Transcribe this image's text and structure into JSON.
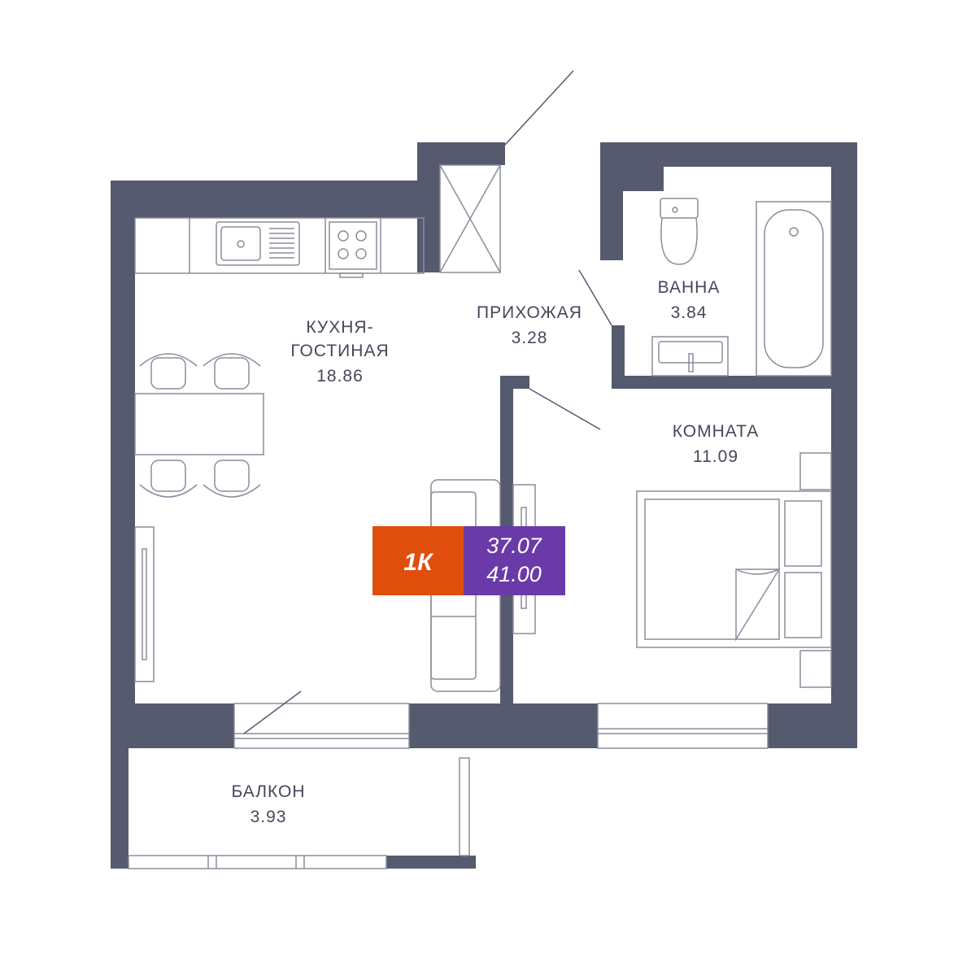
{
  "colors": {
    "wall": "#555a6e",
    "fixture": "#8a8d9a",
    "label": "#45475a",
    "badge_type": "#e04e0d",
    "badge_area": "#6a3aa8"
  },
  "rooms": {
    "kitchen": {
      "name_line1": "КУХНЯ-",
      "name_line2": "ГОСТИНАЯ",
      "area": "18.86"
    },
    "hall": {
      "name": "ПРИХОЖАЯ",
      "area": "3.28"
    },
    "bath": {
      "name": "ВАННА",
      "area": "3.84"
    },
    "room": {
      "name": "КОМНАТА",
      "area": "11.09"
    },
    "balcony": {
      "name": "БАЛКОН",
      "area": "3.93"
    }
  },
  "badge": {
    "type": "1К",
    "living_area": "37.07",
    "total_area": "41.00"
  }
}
